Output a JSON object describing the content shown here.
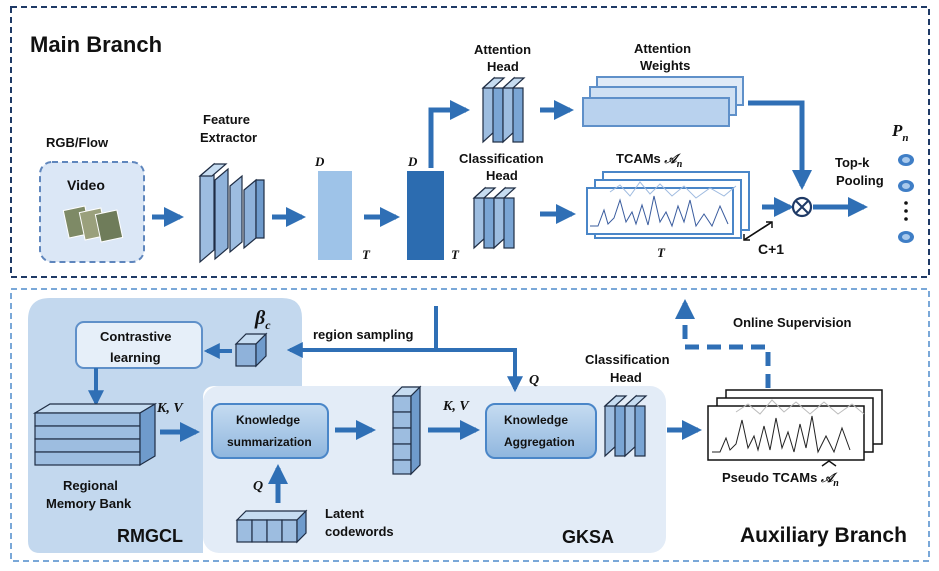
{
  "main_branch": {
    "title": "Main Branch",
    "input_label": "RGB/Flow",
    "video_label": "Video",
    "feature_extractor_label": [
      "Feature",
      "Extractor"
    ],
    "dim_d": "D",
    "dim_t": "T",
    "attention_head_label": [
      "Attention",
      "Head"
    ],
    "attention_weights_label": [
      "Attention",
      "Weights"
    ],
    "classification_head_label": [
      "Classification",
      "Head"
    ],
    "tcams_label": "TCAMs",
    "tcams_symbol": "𝒜",
    "tcams_subscript": "n",
    "c_plus_one": "C+1",
    "topk_label": [
      "Top-k",
      "Pooling"
    ],
    "output_symbol": "P",
    "output_subscript": "n"
  },
  "auxiliary_branch": {
    "title": "Auxiliary Branch",
    "rmgcl_label": "RMGCL",
    "gksa_label": "GKSA",
    "contrastive_label": [
      "Contrastive",
      "learning"
    ],
    "beta_symbol": "β",
    "beta_subscript": "c",
    "region_sampling_label": "region sampling",
    "memory_bank_label": [
      "Regional",
      "Memory Bank"
    ],
    "kv_label_1": "K, V",
    "kv_label_2": "K, V",
    "knowledge_summarization_label": [
      "Knowledge",
      "summarization"
    ],
    "knowledge_aggregation_label": [
      "Knowledge",
      "Aggregation"
    ],
    "q_label_top": "Q",
    "q_label_bottom": "Q",
    "latent_codewords_label": [
      "Latent",
      "codewords"
    ],
    "classification_head_label": [
      "Classification",
      "Head"
    ],
    "online_supervision_label": "Online Supervision",
    "pseudo_tcams_label": "Pseudo TCAMs",
    "pseudo_symbol": "𝒜",
    "pseudo_subscript": "n"
  }
}
